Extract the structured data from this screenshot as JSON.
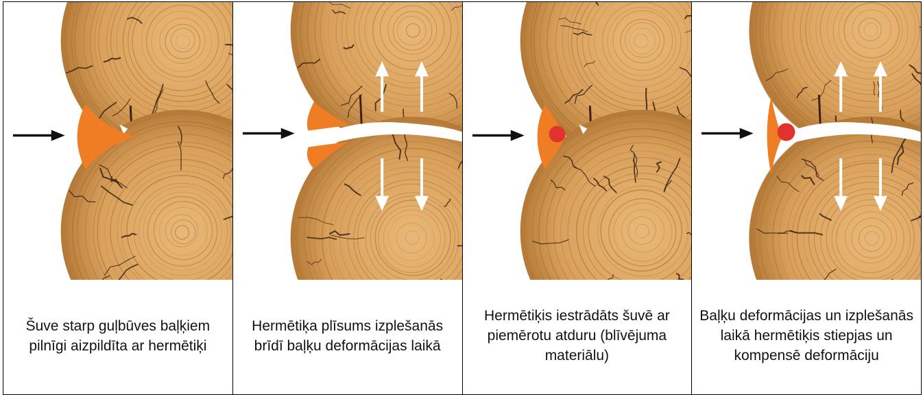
{
  "panels": [
    {
      "caption": "Šuve starp guļbūves baļķiem pilnīgi aizpildīta ar hermētiķi",
      "variant": "filled"
    },
    {
      "caption": "Hermētiķa plīsums izplešanās brīdī baļķu deformācijas laikā",
      "variant": "cracked"
    },
    {
      "caption": "Hermētiķis iestrādāts šuvē ar piemērotu atduru (blīvējuma materiālu)",
      "variant": "backer"
    },
    {
      "caption": "Baļķu deformācijas un izplešanās laikā hermētiķis stiepjas un kompensē deformāciju",
      "variant": "stretch"
    }
  ],
  "icons": {
    "pointer": "arrow-right-icon",
    "expansion_up": "arrow-up-icon",
    "expansion_down": "arrow-down-icon"
  },
  "colors": {
    "wood_light": "#e9b877",
    "wood_mid": "#d9a05c",
    "wood_dark": "#b57a38",
    "ring": "#a06a2e",
    "crack": "#3b2412",
    "sealant": "#ef7d24",
    "backer_rod": "#e1322d",
    "arrow_black": "#111111",
    "arrow_white": "#ffffff"
  }
}
